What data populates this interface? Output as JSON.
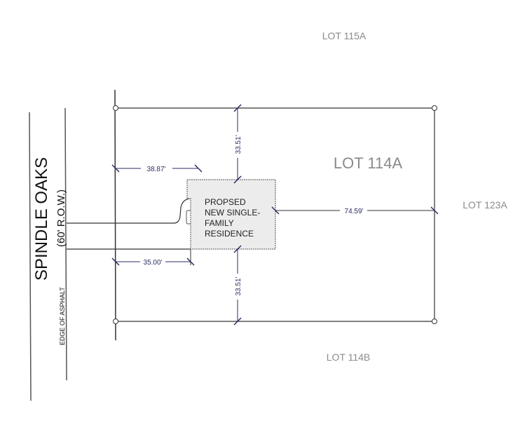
{
  "street": {
    "name": "SPINDLE OAKS",
    "row": "(60' R.O.W.)",
    "edge_label": "EDGE OF ASPHALT"
  },
  "lots": {
    "subject": "LOT 114A",
    "north": "LOT 115A",
    "south": "LOT 114B",
    "east": "LOT 123A"
  },
  "house": {
    "line1": "PROPSED",
    "line2": "NEW SINGLE-",
    "line3": "FAMILY",
    "line4": "RESIDENCE",
    "fill": "#ececec"
  },
  "dimensions": {
    "front_setback_top": "38.87'",
    "front_setback_bottom": "35.00'",
    "north_setback": "33.51'",
    "south_setback": "33.51'",
    "rear_setback": "74.59'"
  },
  "colors": {
    "line": "#333333",
    "dimension": "#2b2d63",
    "lot_label": "#8a8a8a"
  }
}
